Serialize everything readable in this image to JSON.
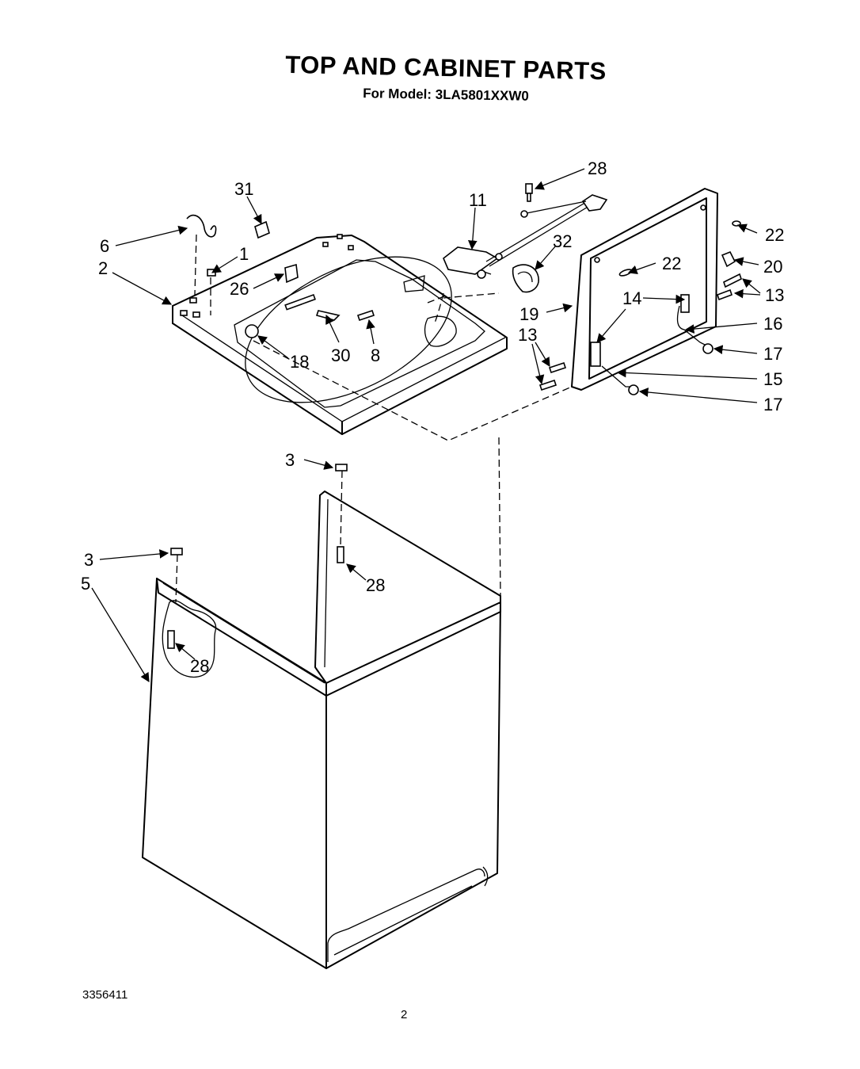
{
  "header": {
    "title": "TOP AND CABINET PARTS",
    "subtitle": "For Model: 3LA5801XXW0"
  },
  "footer": {
    "doc_number": "3356411",
    "page_number": "2"
  },
  "callouts": {
    "c28_top": "28",
    "c31": "31",
    "c11": "11",
    "c32": "32",
    "c6": "6",
    "c1": "1",
    "c2": "2",
    "c26": "26",
    "c22_right": "22",
    "c22_mid": "22",
    "c20": "20",
    "c14": "14",
    "c13_right": "13",
    "c19": "19",
    "c16": "16",
    "c13_left": "13",
    "c17_upper": "17",
    "c18": "18",
    "c30": "30",
    "c8": "8",
    "c15": "15",
    "c17_lower": "17",
    "c3_mid": "3",
    "c3_left": "3",
    "c5": "5",
    "c28_mid": "28",
    "c28_low": "28"
  }
}
